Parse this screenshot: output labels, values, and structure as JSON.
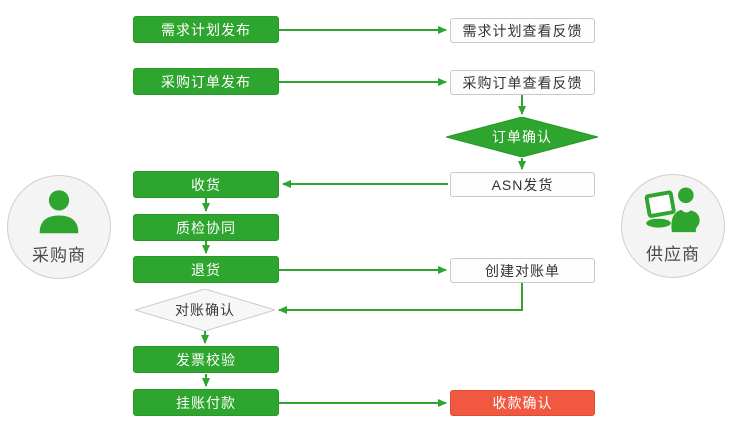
{
  "colors": {
    "green": "#2ea52e",
    "green_border": "#279927",
    "red": "#f15840",
    "box_border_gray": "#c9c9c9",
    "diamond_gray_fill": "#f7f7f7",
    "diamond_gray_border": "#cccccc",
    "text_dark": "#333333",
    "actor_fill": "#f4f4f4"
  },
  "actors": {
    "buyer": {
      "label": "采购商"
    },
    "supplier": {
      "label": "供应商"
    }
  },
  "nodes": {
    "demand_plan_publish": {
      "label": "需求计划发布"
    },
    "demand_plan_feedback": {
      "label": "需求计划查看反馈"
    },
    "po_publish": {
      "label": "采购订单发布"
    },
    "po_feedback": {
      "label": "采购订单查看反馈"
    },
    "order_confirm": {
      "label": "订单确认"
    },
    "asn_ship": {
      "label": "ASN发货"
    },
    "receive": {
      "label": "收货"
    },
    "quality_check": {
      "label": "质检协同"
    },
    "return_goods": {
      "label": "退货"
    },
    "create_statement": {
      "label": "创建对账单"
    },
    "statement_confirm": {
      "label": "对账确认"
    },
    "invoice_verify": {
      "label": "发票校验"
    },
    "book_payment": {
      "label": "挂账付款"
    },
    "receipt_confirm": {
      "label": "收款确认"
    }
  }
}
